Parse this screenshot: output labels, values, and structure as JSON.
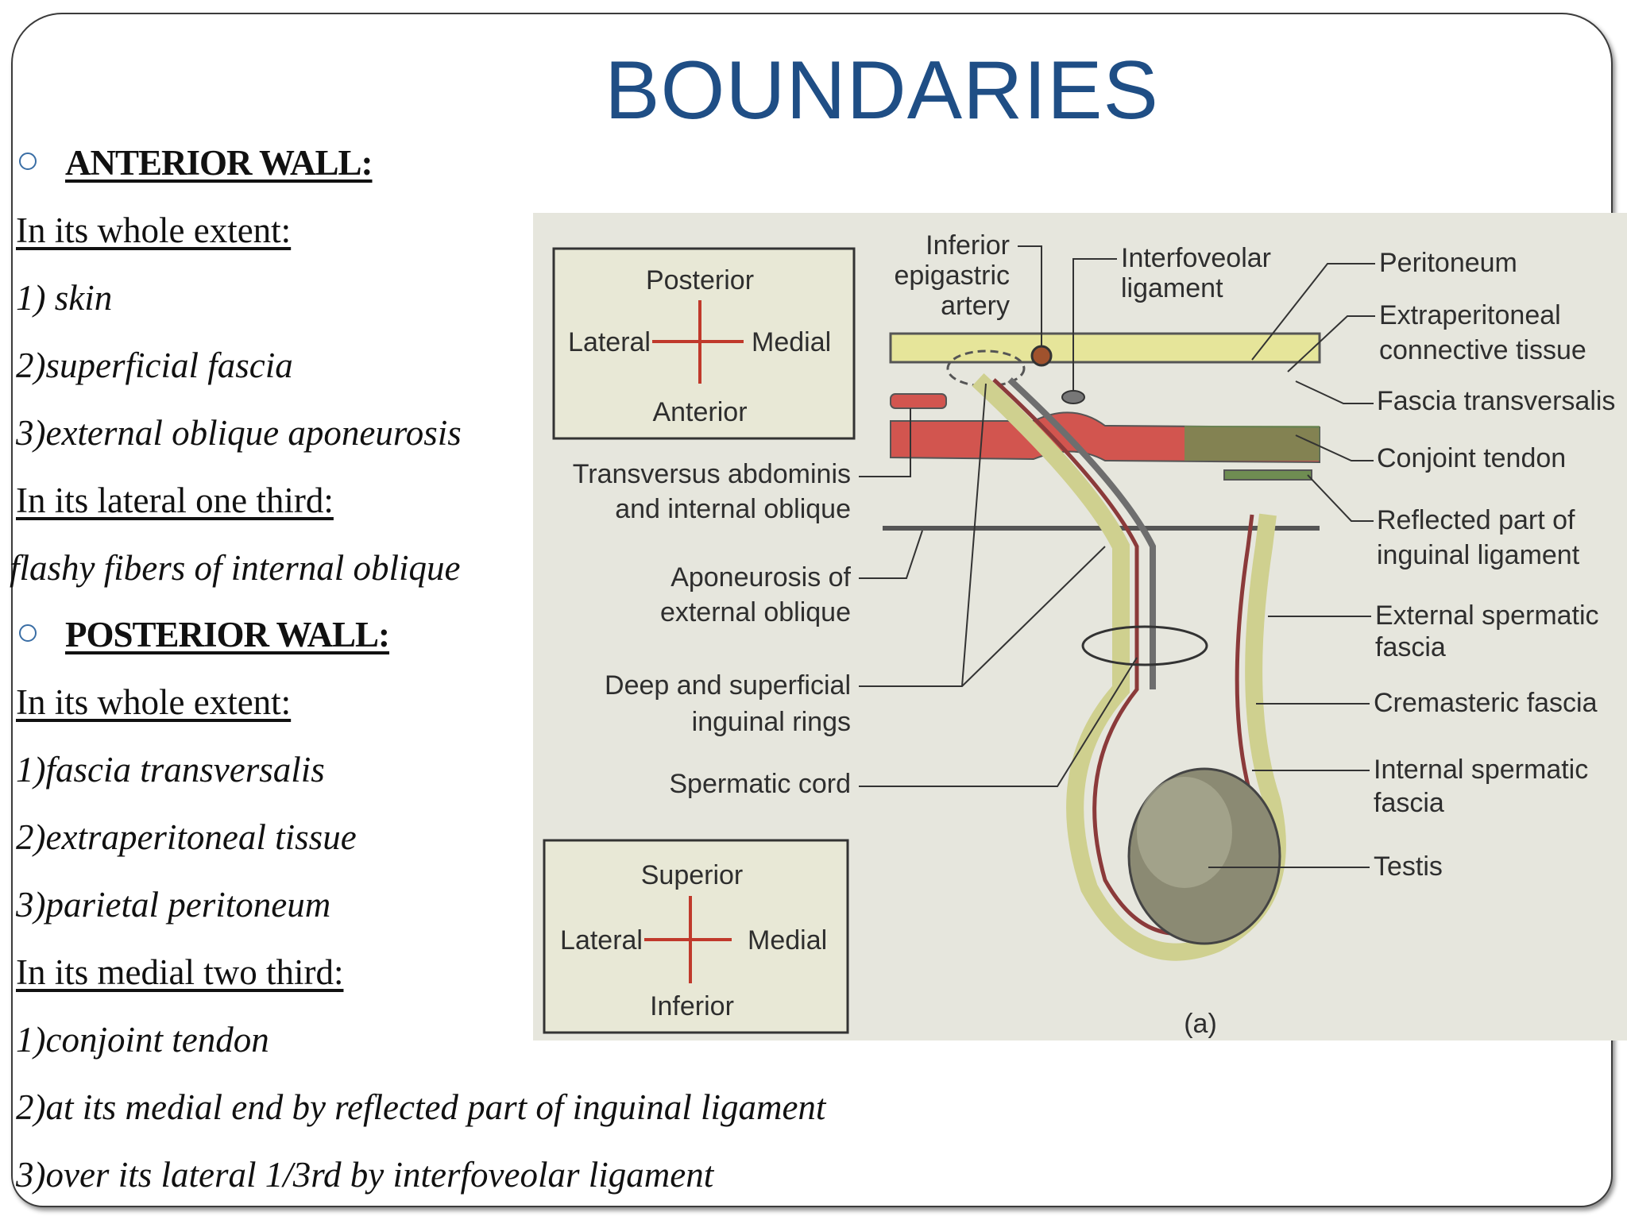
{
  "title": "BOUNDARIES",
  "anterior": {
    "heading": "ANTERIOR WALL:",
    "whole_extent_label": "In its whole extent:",
    "whole_extent_items": [
      "1) skin",
      "2)superficial fascia",
      "3)external oblique aponeurosis"
    ],
    "lateral_label": "In its lateral one third:",
    "lateral_item": "flashy fibers of internal oblique"
  },
  "posterior": {
    "heading": "POSTERIOR WALL:",
    "whole_extent_label": "In its whole extent:",
    "whole_extent_items": [
      "1)fascia transversalis",
      "2)extraperitoneal  tissue",
      "3)parietal peritoneum"
    ],
    "medial_label": "In its medial two third:",
    "medial_items": [
      "1)conjoint tendon",
      "2)at its medial end by reflected part of inguinal ligament",
      "3)over its lateral 1/3rd by interfoveolar ligament"
    ]
  },
  "figure": {
    "compass_top": {
      "up": "Posterior",
      "left": "Lateral",
      "right": "Medial",
      "down": "Anterior"
    },
    "compass_bottom": {
      "up": "Superior",
      "left": "Lateral",
      "right": "Medial",
      "down": "Inferior"
    },
    "left_labels": {
      "transversus": [
        "Transversus abdominis",
        "and internal oblique"
      ],
      "aponeurosis": [
        "Aponeurosis of",
        "external oblique"
      ],
      "rings": [
        "Deep and superficial",
        "inguinal rings"
      ],
      "cord": "Spermatic cord"
    },
    "top_labels": {
      "artery": [
        "Inferior",
        "epigastric",
        "artery"
      ],
      "interfoveolar": [
        "Interfoveolar",
        "ligament"
      ]
    },
    "right_labels": {
      "peritoneum": "Peritoneum",
      "extraperitoneal": [
        "Extraperitoneal",
        "connective tissue"
      ],
      "fascia_transversalis": "Fascia transversalis",
      "conjoint": "Conjoint tendon",
      "reflected": [
        "Reflected part of",
        "inguinal ligament"
      ],
      "external_spermatic": [
        "External spermatic",
        "fascia"
      ],
      "cremasteric": "Cremasteric fascia",
      "internal_spermatic": [
        "Internal spermatic",
        "fascia"
      ],
      "testis": "Testis"
    },
    "caption": "(a)",
    "colors": {
      "muscle": "#d2554f",
      "peritoneum": "#e6e59a",
      "tendon": "#6f8d52",
      "compass": "#c0392b"
    }
  }
}
